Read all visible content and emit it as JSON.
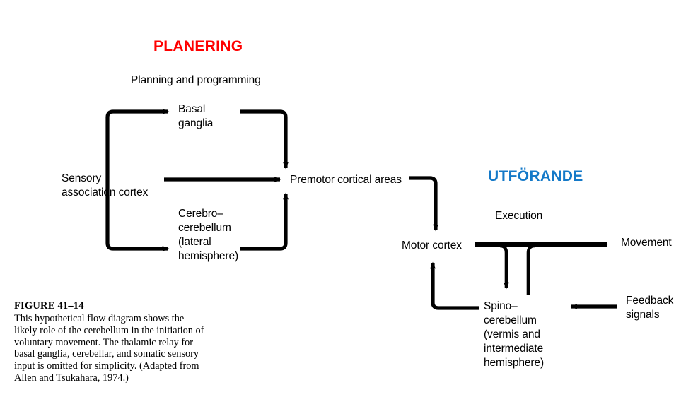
{
  "figure": {
    "domain": "Diagram",
    "type": "flow-diagram",
    "headings": {
      "planning": {
        "text": "PLANERING",
        "color": "#FF0000"
      },
      "execution": {
        "text": "UTFÖRANDE",
        "color": "#1479C8"
      }
    },
    "stage_labels": {
      "planning_programming": "Planning and programming",
      "execution": "Execution"
    },
    "nodes": {
      "sensory_cortex": "Sensory\nassociation cortex",
      "basal_ganglia": "Basal\nganglia",
      "cerebro_cerebellum": "Cerebro–\ncerebellum\n(lateral\nhemisphere)",
      "premotor": "Premotor cortical areas",
      "motor_cortex": "Motor cortex",
      "spino_cerebellum": "Spino–\ncerebellum\n(vermis and\nintermediate\nhemisphere)",
      "movement": "Movement",
      "feedback": "Feedback\nsignals"
    },
    "edges": [
      {
        "from": "sensory_cortex",
        "to": "basal_ganglia",
        "style": "elbow-up-right",
        "arrow": true
      },
      {
        "from": "sensory_cortex",
        "to": "premotor",
        "style": "straight-right",
        "arrow": true
      },
      {
        "from": "sensory_cortex",
        "to": "cerebro_cerebellum",
        "style": "elbow-down-right",
        "arrow": true
      },
      {
        "from": "basal_ganglia",
        "to": "premotor",
        "style": "elbow-right-down",
        "arrow": true
      },
      {
        "from": "cerebro_cerebellum",
        "to": "premotor",
        "style": "elbow-right-up",
        "arrow": true
      },
      {
        "from": "premotor",
        "to": "motor_cortex",
        "style": "elbow-right-down",
        "arrow": true
      },
      {
        "from": "motor_cortex",
        "to": "movement",
        "style": "straight-right",
        "arrow": true
      },
      {
        "from": "motor_cortex",
        "to": "spino_cerebellum",
        "style": "branch-down",
        "arrow": true
      },
      {
        "from": "spino_cerebellum",
        "to": "movement_pathway",
        "style": "branch-up",
        "arrow": false
      },
      {
        "from": "spino_cerebellum",
        "to": "motor_cortex",
        "style": "elbow-left-up",
        "arrow": true
      },
      {
        "from": "feedback",
        "to": "spino_cerebellum",
        "style": "straight-left",
        "arrow": true
      }
    ],
    "caption": {
      "title": "FIGURE  41–14",
      "body": "This hypothetical flow diagram shows the likely role of the cerebellum in the initiation of voluntary movement. The thalamic relay for basal ganglia, cerebellar, and somatic sensory input is omitted for simplicity. (Adapted from Allen and Tsukahara, 1974.)"
    },
    "colors": {
      "background": "#FFFFFF",
      "stroke": "#000000",
      "planning_accent": "#FF0000",
      "execution_accent": "#1479C8"
    }
  }
}
